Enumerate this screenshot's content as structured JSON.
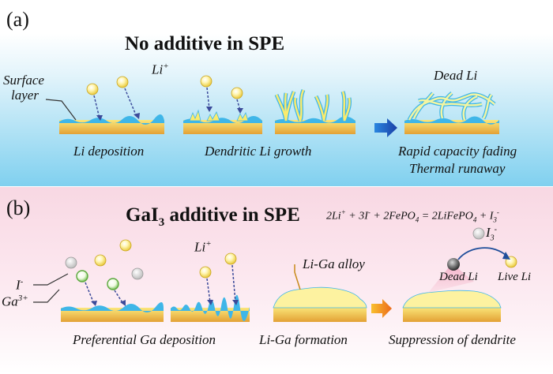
{
  "panel_a": {
    "label": "(a)",
    "title": "No additive in SPE",
    "surface": "Surface",
    "layer": "layer",
    "li": "Li",
    "li_sup": "+",
    "dead_li": "Dead Li",
    "step1": "Li deposition",
    "step2": "Dendritic Li growth",
    "result1": "Rapid capacity fading",
    "result2": "Thermal runaway"
  },
  "panel_b": {
    "label": "(b)",
    "title_pre": "GaI",
    "title_sub": "3",
    "title_post": " additive in SPE",
    "eq_left": "2Li",
    "eq_plus1": "+",
    "eq_mid1": " + 3I",
    "eq_minus1": "-",
    "eq_mid2": " + 2FePO",
    "eq_sub1": "4",
    "eq_mid3": " = 2LiFePO",
    "eq_sub2": "4",
    "eq_mid4": " + I",
    "eq_sub3": "3",
    "eq_minus2": "-",
    "iodide": "I",
    "iodide_sup": "-",
    "gallium": "Ga",
    "gallium_sup": "3+",
    "li": "Li",
    "li_sup": "+",
    "alloy": "Li-Ga alloy",
    "triiodide": "I",
    "triiodide_sub": "3",
    "triiodide_sup": "-",
    "dead_li": "Dead Li",
    "live_li": "Live Li",
    "step1": "Preferential Ga deposition",
    "step2": "Li-Ga formation",
    "step3": "Suppression of dendrite"
  },
  "colors": {
    "substrate_top": "#fbe77a",
    "substrate_bottom": "#e6a638",
    "surface_layer": "#3fb6e8",
    "li_ion": "#f4e37c",
    "dendrite": "#fbeb6c",
    "arrow_a": "#1f66c9",
    "arrow_b": "#f19524"
  }
}
